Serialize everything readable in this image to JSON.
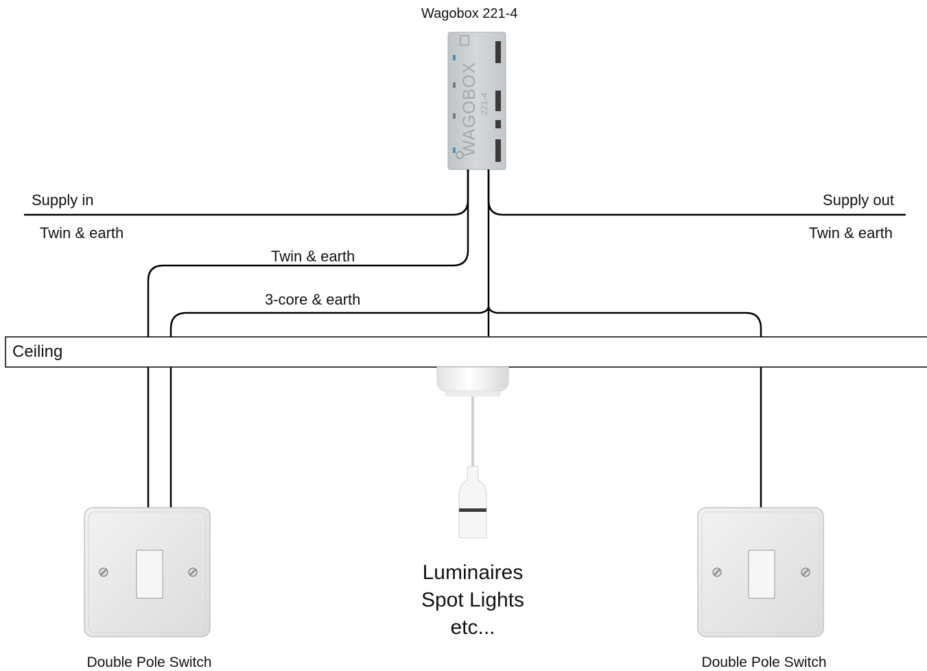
{
  "title": "Wagobox 221-4",
  "box": {
    "brand": "WAGOBOX",
    "model": "221-4"
  },
  "labels": {
    "supply_in": "Supply in",
    "supply_in_cable": "Twin & earth",
    "supply_out": "Supply out",
    "supply_out_cable": "Twin & earth",
    "switch_cable": "Twin & earth",
    "strapper_cable": "3-core & earth",
    "ceiling": "Ceiling"
  },
  "luminaires": {
    "line1": "Luminaires",
    "line2": "Spot Lights",
    "line3": "etc..."
  },
  "switches": [
    {
      "label": "Double Pole Switch"
    },
    {
      "label": "Double Pole Switch"
    }
  ],
  "colors": {
    "wire": "#000000",
    "box_body": "#c9cdd0",
    "switch_plate": "#e9e9e9",
    "fitting": "#f4f4f4"
  }
}
